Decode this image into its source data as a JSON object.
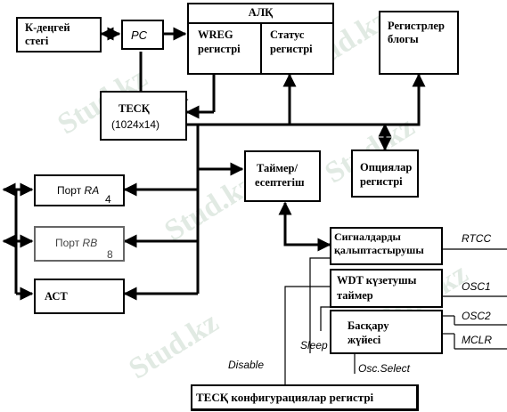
{
  "blocks": {
    "stack": {
      "line1": "К-деңгей",
      "line2": "стегі"
    },
    "pc": "PC",
    "alu": "АЛҚ",
    "wreg": {
      "line1": "WREG",
      "line2": "регистрі"
    },
    "status": {
      "line1": "Статус",
      "line2": "регистрі"
    },
    "registers": {
      "line1": "Регистрлер",
      "line2": "блогы"
    },
    "rom": {
      "line1": "ТЕСҚ",
      "line2": "(1024x14)"
    },
    "timer": {
      "line1": "Таймер/",
      "line2": "есептегіш"
    },
    "opt": {
      "line1": "Опциялар",
      "line2": "регистрі"
    },
    "port_ra": {
      "prefix": "Порт ",
      "name": "RA",
      "sub": "4"
    },
    "port_rb": {
      "prefix": "Порт ",
      "name": "RB",
      "sub": "8"
    },
    "adc": "АСТ",
    "sigsync": {
      "line1": "Сигналдарды",
      "line2": "қалыптастырушы"
    },
    "wdt": {
      "line1": "WDT күзетушы",
      "line2": "таймер"
    },
    "ctrl": {
      "line1": "Басқару",
      "line2": "жүйесі"
    },
    "config": "ТЕСҚ конфигурациялар регистрі"
  },
  "signals": {
    "rtcc": "RTCC",
    "osc1": "OSC1",
    "osc2": "OSC2",
    "mclr": "MCLR",
    "sleep": "Sleep",
    "disable": "Disable",
    "osc_select": "Osc.Select"
  },
  "watermark": "Stud.kz"
}
